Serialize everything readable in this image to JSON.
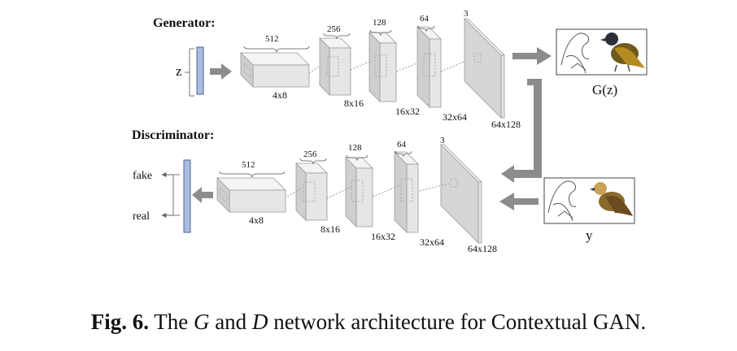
{
  "generator": {
    "title": "Generator:",
    "input_label": "z",
    "output_label": "G(z)",
    "layers": [
      {
        "channels": "512",
        "size": "4x8"
      },
      {
        "channels": "256",
        "size": "8x16"
      },
      {
        "channels": "128",
        "size": "16x32"
      },
      {
        "channels": "64",
        "size": "32x64"
      },
      {
        "channels": "3",
        "size": "64x128"
      }
    ]
  },
  "discriminator": {
    "title": "Discriminator:",
    "input_label": "y",
    "output_fake": "fake",
    "output_real": "real",
    "layers": [
      {
        "channels": "512",
        "size": "4x8"
      },
      {
        "channels": "256",
        "size": "8x16"
      },
      {
        "channels": "128",
        "size": "16x32"
      },
      {
        "channels": "64",
        "size": "32x64"
      },
      {
        "channels": "3",
        "size": "64x128"
      }
    ]
  },
  "caption": {
    "label": "Fig. 6.",
    "text_1": "The",
    "g_symbol": "G",
    "text_2": "and",
    "d_symbol": "D",
    "text_3": "network architecture for Contextual GAN."
  },
  "colors": {
    "block_front": "#e6e6e6",
    "block_top": "#f4f4f4",
    "block_side": "#cfcfcf",
    "vector_fill": "#a9bedf",
    "vector_stroke": "#4d6591",
    "arrow_gray": "#8c8c8c"
  }
}
